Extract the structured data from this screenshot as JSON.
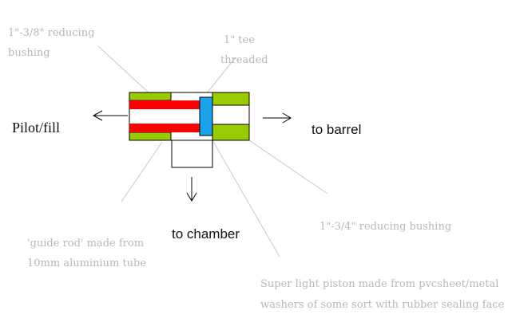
{
  "labels": {
    "reducing_bushing_small_line1": "1\"-3/8\" reducing",
    "reducing_bushing_small_line2": "bushing",
    "tee_line1": "1\" tee",
    "tee_line2": "threaded",
    "pilot_fill": "Pilot/fill",
    "to_barrel": "to barrel",
    "to_chamber": "to chamber",
    "reducing_bushing_large": "1\"-3/4\" reducing bushing",
    "guide_rod_line1": "'guide rod' made from",
    "guide_rod_line2": "10mm aluminium tube",
    "piston_line1": "Super light piston made from pvcsheet/metal",
    "piston_line2": "washers of some sort with rubber sealing face"
  },
  "colors": {
    "bushing_green": "#99cc00",
    "guide_rod_red": "#ff0000",
    "piston_blue": "#1aa3e8",
    "outline": "#000000",
    "leader_gray": "#c8c8c8",
    "faint_text": "#b8b8b8"
  }
}
